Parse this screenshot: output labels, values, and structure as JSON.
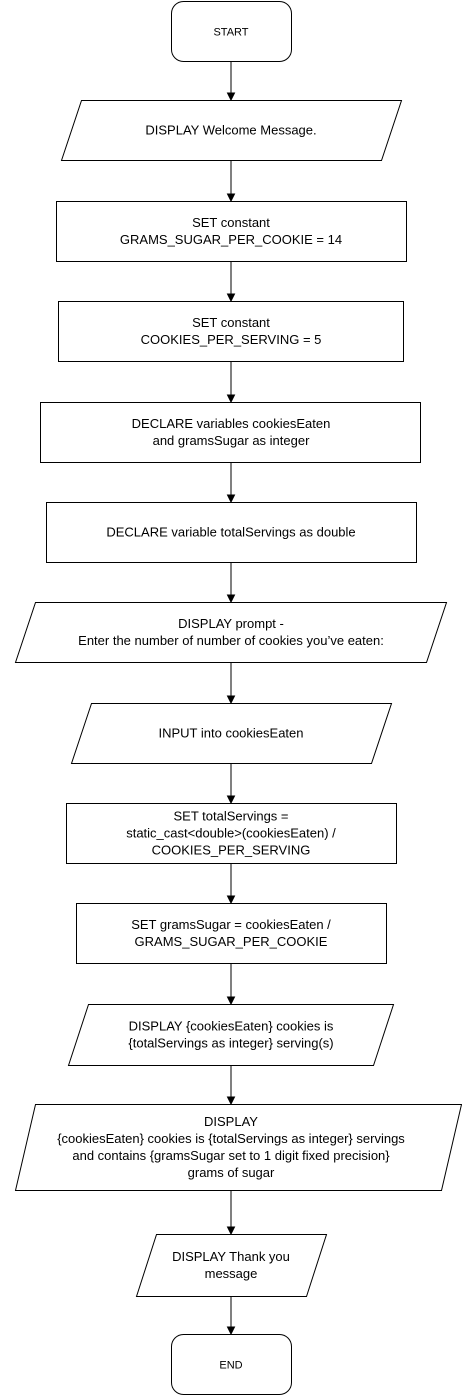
{
  "nodes": [
    {
      "id": "start",
      "lines": [
        "START"
      ]
    },
    {
      "id": "welcome",
      "lines": [
        "DISPLAY Welcome Message."
      ]
    },
    {
      "id": "set-sugar-per-cookie",
      "lines": [
        "SET constant",
        "GRAMS_SUGAR_PER_COOKIE = 14"
      ]
    },
    {
      "id": "set-cookies-per-serving",
      "lines": [
        "SET constant",
        "COOKIES_PER_SERVING = 5"
      ]
    },
    {
      "id": "declare-vars",
      "lines": [
        "DECLARE variables cookiesEaten",
        "and gramsSugar as integer"
      ]
    },
    {
      "id": "declare-total",
      "lines": [
        "DECLARE variable totalServings as double"
      ]
    },
    {
      "id": "display-prompt",
      "lines": [
        "DISPLAY prompt -",
        "Enter the number of number of cookies you’ve eaten:"
      ]
    },
    {
      "id": "input-cookies",
      "lines": [
        "INPUT into cookiesEaten"
      ]
    },
    {
      "id": "set-total",
      "lines": [
        "SET totalServings =",
        "static_cast<double>(cookiesEaten) /",
        "COOKIES_PER_SERVING"
      ]
    },
    {
      "id": "set-grams",
      "lines": [
        "SET gramsSugar = cookiesEaten /",
        "GRAMS_SUGAR_PER_COOKIE"
      ]
    },
    {
      "id": "display-servings",
      "lines": [
        "DISPLAY {cookiesEaten} cookies is",
        "{totalServings as integer} serving(s)"
      ]
    },
    {
      "id": "display-full",
      "lines": [
        "DISPLAY",
        "{cookiesEaten} cookies is {totalServings as integer} servings",
        "and contains {gramsSugar set to 1 digit fixed precision}",
        "grams of sugar"
      ]
    },
    {
      "id": "display-thanks",
      "lines": [
        "DISPLAY Thank you",
        "message"
      ]
    },
    {
      "id": "end",
      "lines": [
        "END"
      ]
    }
  ]
}
